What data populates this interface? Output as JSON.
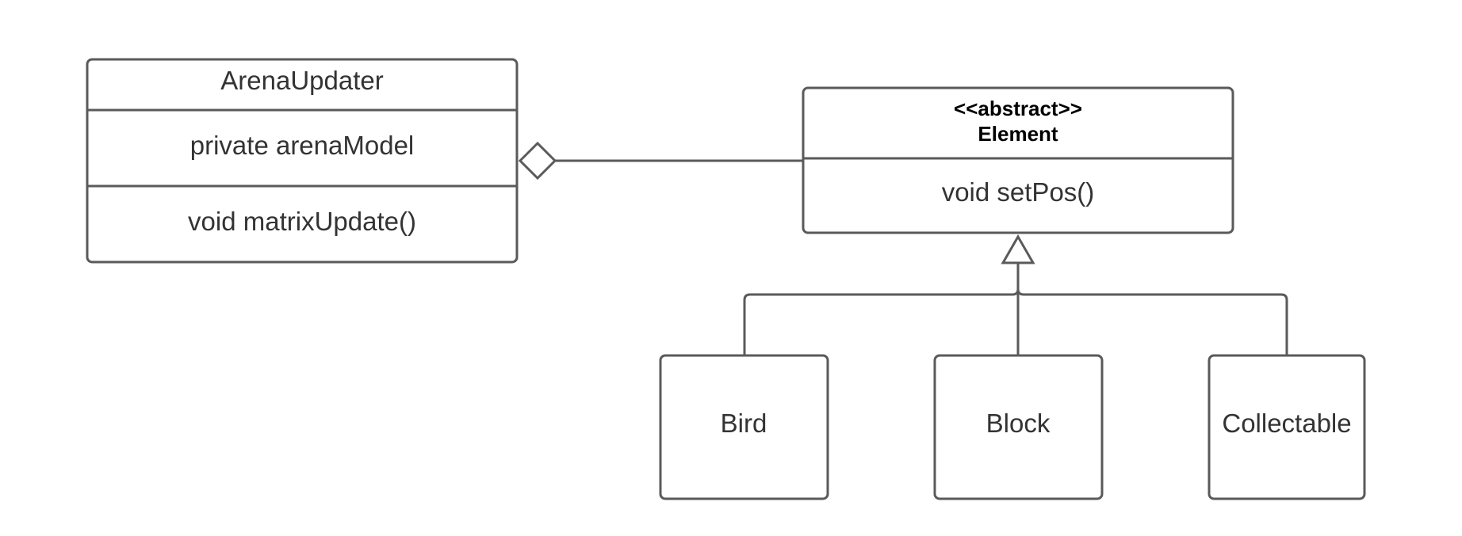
{
  "diagram": {
    "colors": {
      "stroke": "#5a5a5a",
      "text": "#333333",
      "background": "#ffffff"
    },
    "arena_updater": {
      "name": "ArenaUpdater",
      "attribute": "private arenaModel",
      "method": "void matrixUpdate()"
    },
    "element": {
      "stereotype": "<<abstract>>",
      "name": "Element",
      "method": "void setPos()"
    },
    "subclasses": {
      "bird": "Bird",
      "block": "Block",
      "collectable": "Collectable"
    },
    "relations": {
      "aggregation": {
        "from": "ArenaUpdater",
        "to": "Element"
      },
      "generalization": {
        "parent": "Element",
        "children": [
          "Bird",
          "Block",
          "Collectable"
        ]
      }
    }
  }
}
